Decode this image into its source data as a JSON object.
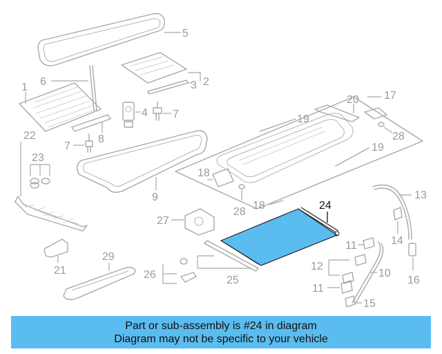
{
  "diagram": {
    "callouts": {
      "p1": "1",
      "p2": "2",
      "p3": "3",
      "p4": "4",
      "p5": "5",
      "p6": "6",
      "p7a": "7",
      "p7b": "7",
      "p8": "8",
      "p9": "9",
      "p10": "10",
      "p11a": "11",
      "p11b": "11",
      "p12": "12",
      "p13": "13",
      "p14": "14",
      "p15": "15",
      "p16": "16",
      "p17": "17",
      "p18a": "18",
      "p18b": "18",
      "p19a": "19",
      "p19b": "19",
      "p20": "20",
      "p21": "21",
      "p22": "22",
      "p23": "23",
      "p24": "24",
      "p25": "25",
      "p26": "26",
      "p27": "27",
      "p28a": "28",
      "p28b": "28",
      "p29": "29"
    },
    "highlight_part": "24",
    "highlight_color": "#5bbcef",
    "line_color": "#a8a8a8"
  },
  "banner": {
    "line1": "Part or sub-assembly is #24 in diagram",
    "line2": "Diagram may not be specific to your vehicle",
    "color": "#5bbcef"
  }
}
